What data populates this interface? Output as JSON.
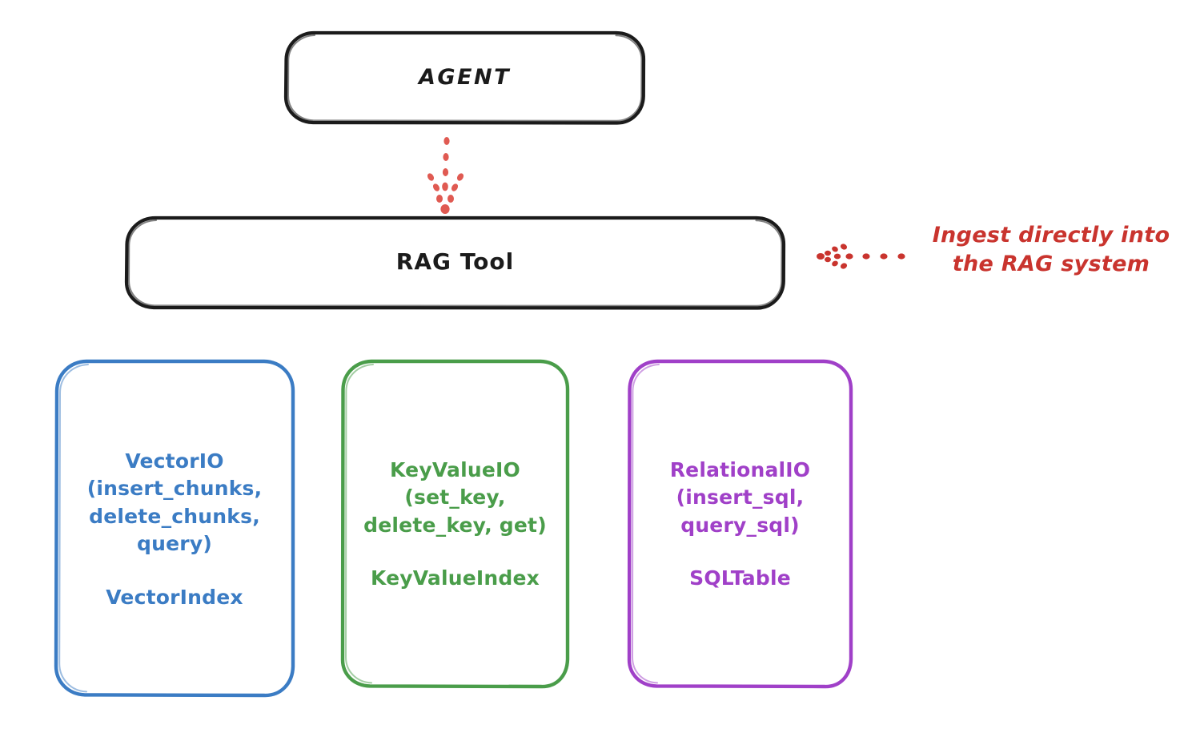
{
  "diagram": {
    "title_node": {
      "label": "AGENT",
      "stroke": "#1b1b1b"
    },
    "tool_node": {
      "label": "RAG Tool",
      "stroke": "#1b1b1b"
    },
    "stores": [
      {
        "name": "vectorio",
        "api_label": "VectorIO\n(insert_chunks,\ndelete_chunks,\nquery)",
        "index_label": "VectorIndex",
        "color": "#3b7cc4"
      },
      {
        "name": "keyvalueio",
        "api_label": "KeyValueIO\n(set_key,\ndelete_key, get)",
        "index_label": "KeyValueIndex",
        "color": "#4a9d4a"
      },
      {
        "name": "relationalio",
        "api_label": "RelationalIO\n(insert_sql,\nquery_sql)",
        "index_label": "SQLTable",
        "color": "#a040c8"
      }
    ],
    "annotation": {
      "text": "Ingest directly into\nthe RAG system",
      "color": "#c9342e",
      "arrow_icon": "dotted-arrow-left-icon"
    },
    "connector": {
      "from": "AGENT",
      "to": "RAG Tool",
      "style": "dotted-arrow-down-icon",
      "color": "#e05a52"
    },
    "colors": {
      "background": "#ffffff",
      "ink": "#1b1b1b",
      "accent_red": "#c9342e",
      "accent_coral": "#e05a52",
      "blue": "#3b7cc4",
      "green": "#4a9d4a",
      "purple": "#a040c8"
    }
  }
}
